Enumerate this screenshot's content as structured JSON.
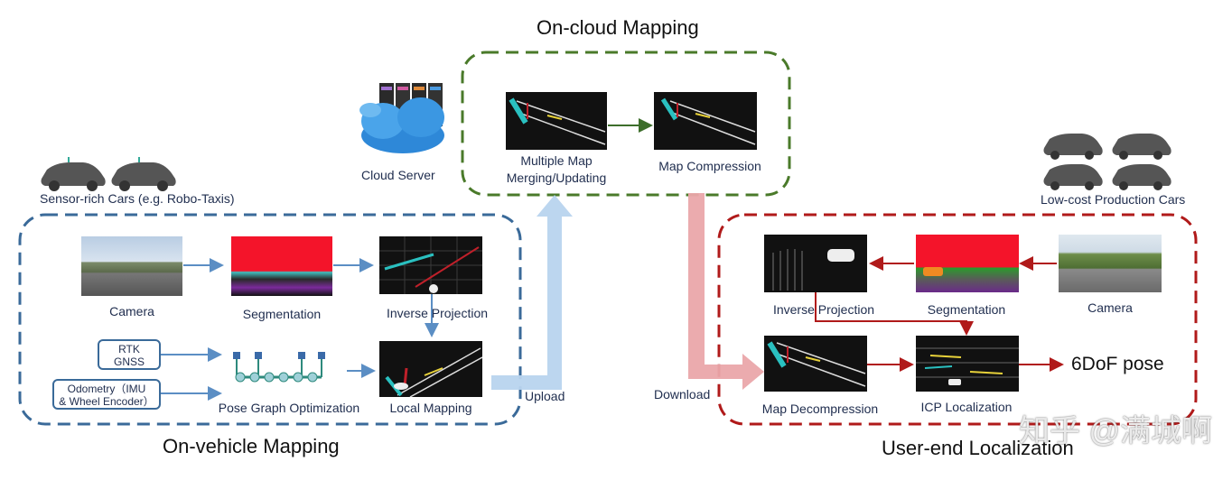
{
  "cloud": {
    "title": "On-cloud Mapping",
    "server_label": "Cloud Server",
    "merge_label_1": "Multiple Map",
    "merge_label_2": "Merging/Updating",
    "compress_label": "Map Compression"
  },
  "vehicle": {
    "title": "On-vehicle Mapping",
    "cars_label": "Sensor-rich Cars (e.g. Robo-Taxis)",
    "camera_label": "Camera",
    "seg_label": "Segmentation",
    "invproj_label": "Inverse Projection",
    "rtk_line1": "RTK",
    "rtk_line2": "GNSS",
    "odo_line1": "Odometry（IMU",
    "odo_line2": "& Wheel Encoder）",
    "pgo_label": "Pose Graph Optimization",
    "localmap_label": "Local Mapping"
  },
  "user": {
    "title": "User-end Localization",
    "cars_label": "Low-cost Production Cars",
    "camera_label": "Camera",
    "seg_label": "Segmentation",
    "invproj_label": "Inverse Projection",
    "decomp_label": "Map Decompression",
    "icp_label": "ICP Localization",
    "pose_label": "6DoF pose"
  },
  "arrows": {
    "upload_label": "Upload",
    "download_label": "Download"
  },
  "watermark": "知乎 @满城啊",
  "colors": {
    "vehicle_box": "#3a6a99",
    "cloud_box": "#4a7a2a",
    "user_box": "#b01a1a",
    "upload_arrow": "#b8d4ee",
    "download_arrow": "#eaa6aa",
    "vehicle_arrow": "#5b8ec4",
    "user_arrow": "#b01a1a",
    "cloud_arrow": "#3d6e2b"
  }
}
